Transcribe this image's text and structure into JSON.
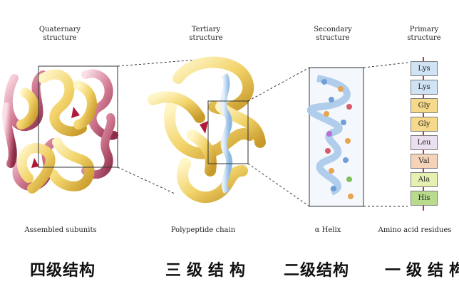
{
  "headers": {
    "quaternary": "Quaternary\nstructure",
    "tertiary": "Tertiary\nstructure",
    "secondary": "Secondary\nstructure",
    "primary": "Primary\nstructure"
  },
  "captions": {
    "quaternary": "Assembled subunits",
    "tertiary": "Polypeptide chain",
    "secondary": "α Helix",
    "primary": "Amino acid residues"
  },
  "chinese_labels": {
    "quaternary": "四级结构",
    "tertiary": "三级结构",
    "secondary": "二级结构",
    "primary": "一级结构"
  },
  "amino_acids": [
    {
      "label": "Lys",
      "color": "#cfe3f5"
    },
    {
      "label": "Lys",
      "color": "#cfe3f5"
    },
    {
      "label": "Gly",
      "color": "#f6d98a"
    },
    {
      "label": "Gly",
      "color": "#f6d98a"
    },
    {
      "label": "Leu",
      "color": "#ebe0f0"
    },
    {
      "label": "Val",
      "color": "#f5d3b8"
    },
    {
      "label": "Ala",
      "color": "#e6f0b0"
    },
    {
      "label": "His",
      "color": "#b8dc8c"
    }
  ]
}
